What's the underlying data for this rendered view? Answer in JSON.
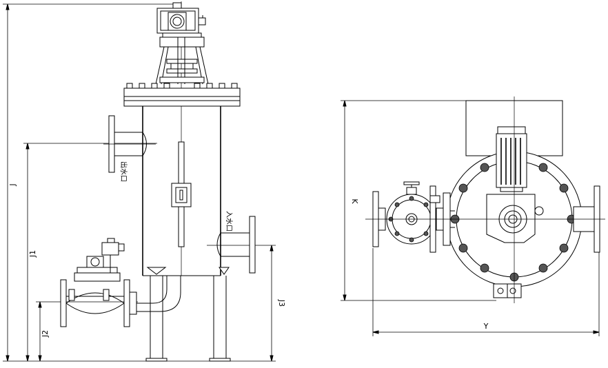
{
  "front_view": {
    "outlet_label": "出水口",
    "inlet_label": "入水口",
    "dimensions": {
      "J": "J",
      "J1": "J1",
      "J2": "J2",
      "J3": "J3"
    }
  },
  "top_view": {
    "dimensions": {
      "K": "K",
      "Y": "Y"
    }
  },
  "colors": {
    "line": "#000000",
    "background": "#ffffff"
  }
}
